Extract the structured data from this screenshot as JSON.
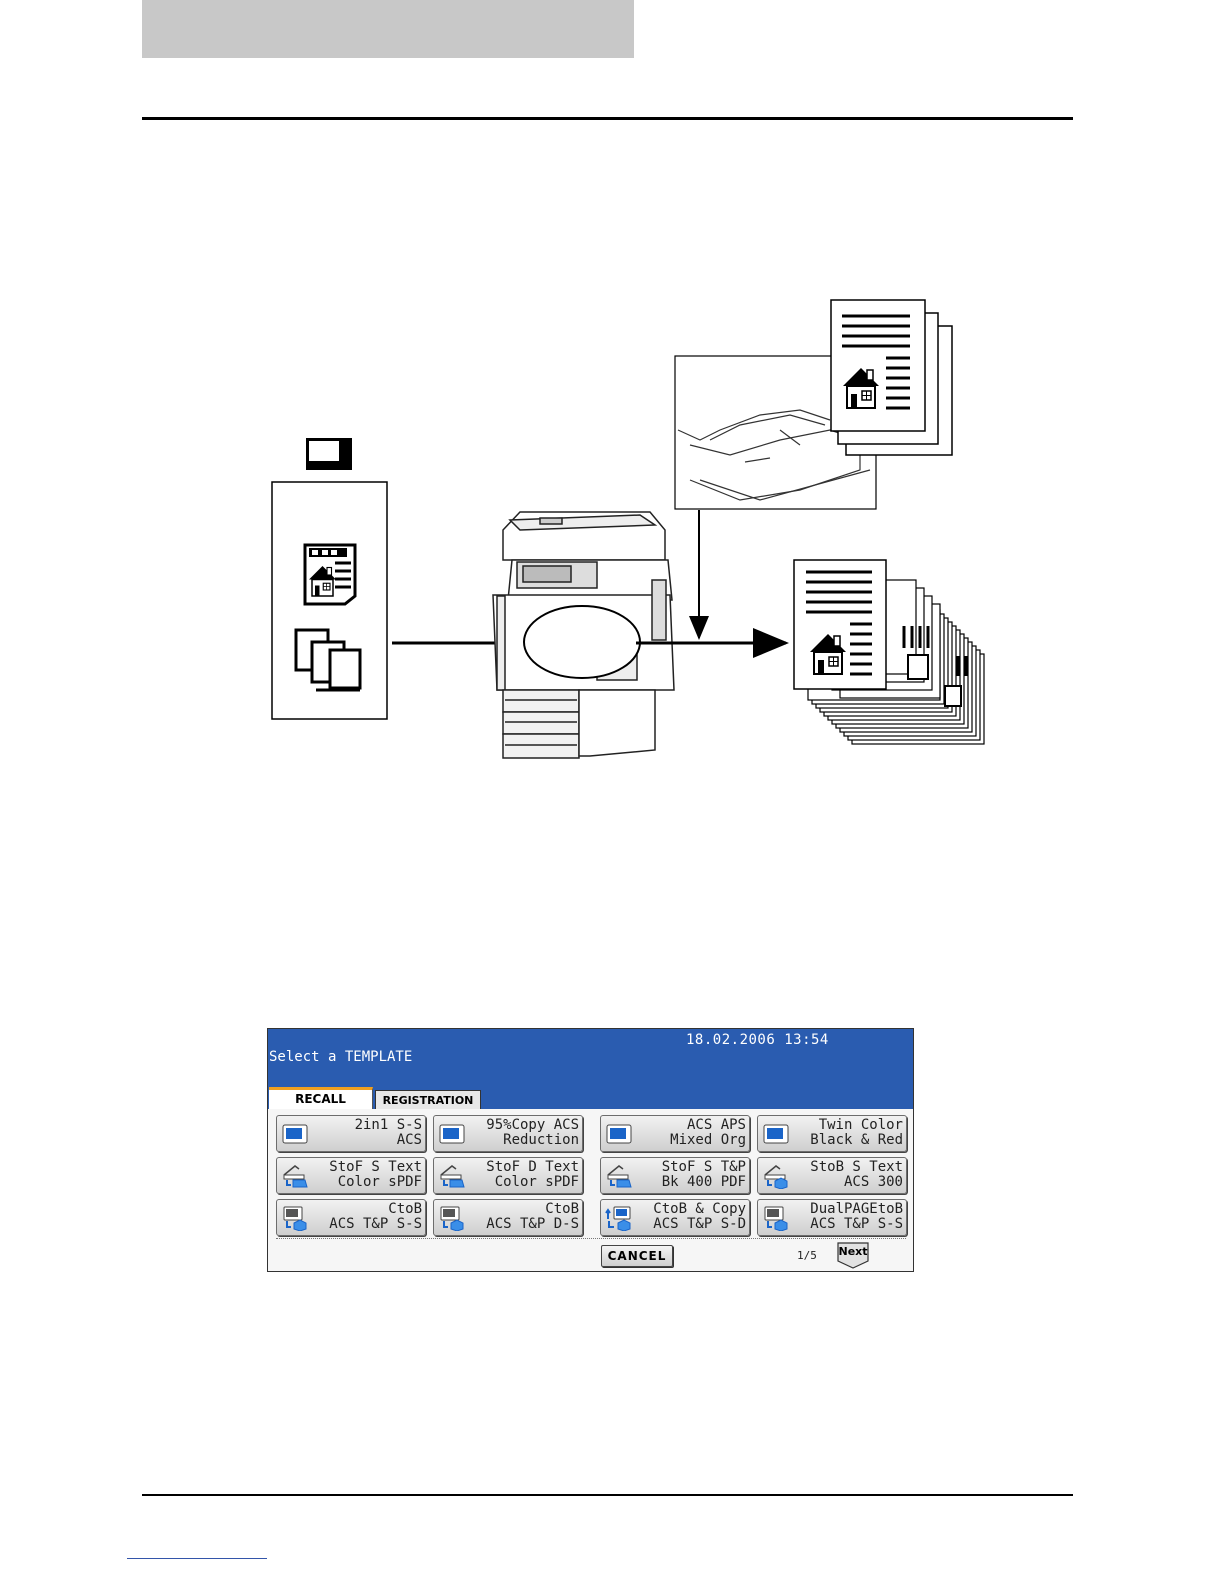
{
  "screen": {
    "datetime": "18.02.2006 13:54",
    "title": "Select a TEMPLATE",
    "tabs": {
      "recall": "RECALL",
      "registration": "REGISTRATION"
    },
    "templates": [
      {
        "line1": "2in1 S-S",
        "line2": "ACS",
        "icon": "copy-icon"
      },
      {
        "line1": "95%Copy ACS",
        "line2": "Reduction",
        "icon": "copy-icon"
      },
      {
        "line1": "ACS APS",
        "line2": "Mixed Org",
        "icon": "copy-icon"
      },
      {
        "line1": "Twin Color",
        "line2": "Black & Red",
        "icon": "copy-icon"
      },
      {
        "line1": "StoF S Text",
        "line2": "Color sPDF",
        "icon": "scan-to-file-icon"
      },
      {
        "line1": "StoF D Text",
        "line2": "Color sPDF",
        "icon": "scan-to-file-icon"
      },
      {
        "line1": "StoF S T&P",
        "line2": "Bk 400 PDF",
        "icon": "scan-to-file-icon"
      },
      {
        "line1": "StoB S Text",
        "line2": "ACS 300",
        "icon": "scan-to-box-icon"
      },
      {
        "line1": "CtoB",
        "line2": "ACS T&P S-S",
        "icon": "copy-to-box-icon"
      },
      {
        "line1": "CtoB",
        "line2": "ACS T&P D-S",
        "icon": "copy-to-box-icon"
      },
      {
        "line1": "CtoB & Copy",
        "line2": "ACS T&P S-D",
        "icon": "copy-to-box-and-copy-icon"
      },
      {
        "line1": "DualPAGEtoB",
        "line2": "ACS T&P S-S",
        "icon": "copy-to-box-icon"
      }
    ],
    "cancel_label": "CANCEL",
    "page_indicator": "1/5",
    "next_label": "Next"
  },
  "colors": {
    "panel_blue": "#2a5cb0",
    "tab_accent": "#f0a020",
    "header_gray": "#c8c8c8"
  }
}
